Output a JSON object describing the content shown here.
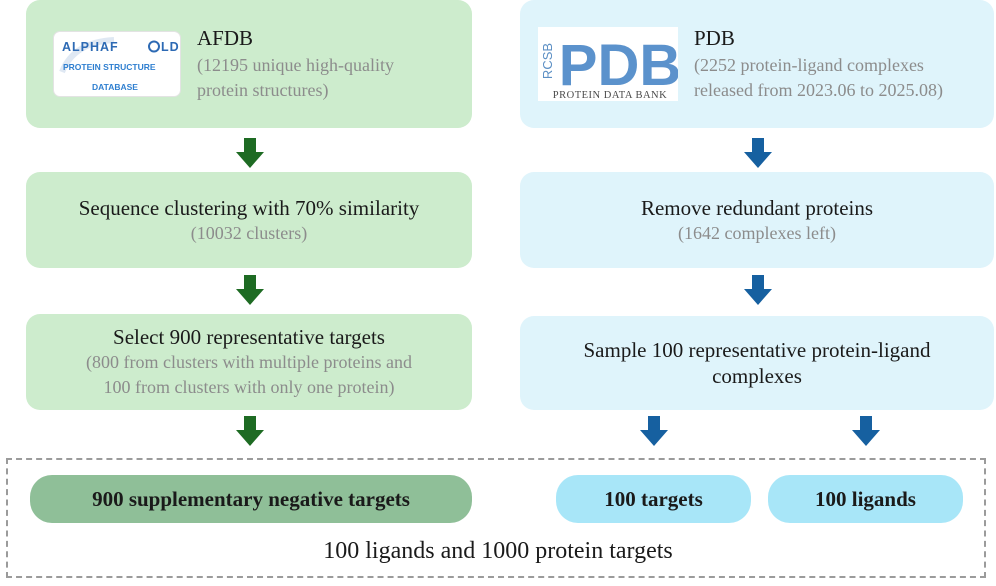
{
  "left": {
    "source_title": "AFDB",
    "source_sub_1": "(12195 unique high-quality",
    "source_sub_2": "protein structures)",
    "logo_line_1a": "ALPHAF",
    "logo_line_1b": "LD",
    "logo_line_2": "PROTEIN STRUCTURE",
    "logo_line_3": "DATABASE",
    "step1_title": "Sequence clustering with 70% similarity",
    "step1_sub": "(10032 clusters)",
    "step2_title": "Select 900 representative targets",
    "step2_sub_1": "(800 from clusters with multiple proteins and",
    "step2_sub_2": "100 from clusters with only one protein)",
    "result": "900 supplementary negative targets"
  },
  "right": {
    "source_title": "PDB",
    "source_sub_1": "(2252 protein-ligand complexes",
    "source_sub_2": "released from 2023.06 to 2025.08)",
    "logo_rcsb": "RCSB",
    "logo_pdb": "PDB",
    "logo_sub": "PROTEIN DATA BANK",
    "step1_title": "Remove redundant proteins",
    "step1_sub": "(1642 complexes left)",
    "step2_title_1": "Sample 100 representative protein-ligand",
    "step2_title_2": "complexes",
    "result_targets": "100 targets",
    "result_ligands": "100 ligands"
  },
  "footer": "100 ligands and 1000 protein targets",
  "colors": {
    "green_box": "#cdeccd",
    "blue_box": "#dff4fb",
    "green_arrow": "#1e6b23",
    "blue_arrow": "#1660a0",
    "green_pill": "#8fbf98",
    "blue_pill": "#a8e6f8",
    "sub_text": "#8c8c8c"
  }
}
